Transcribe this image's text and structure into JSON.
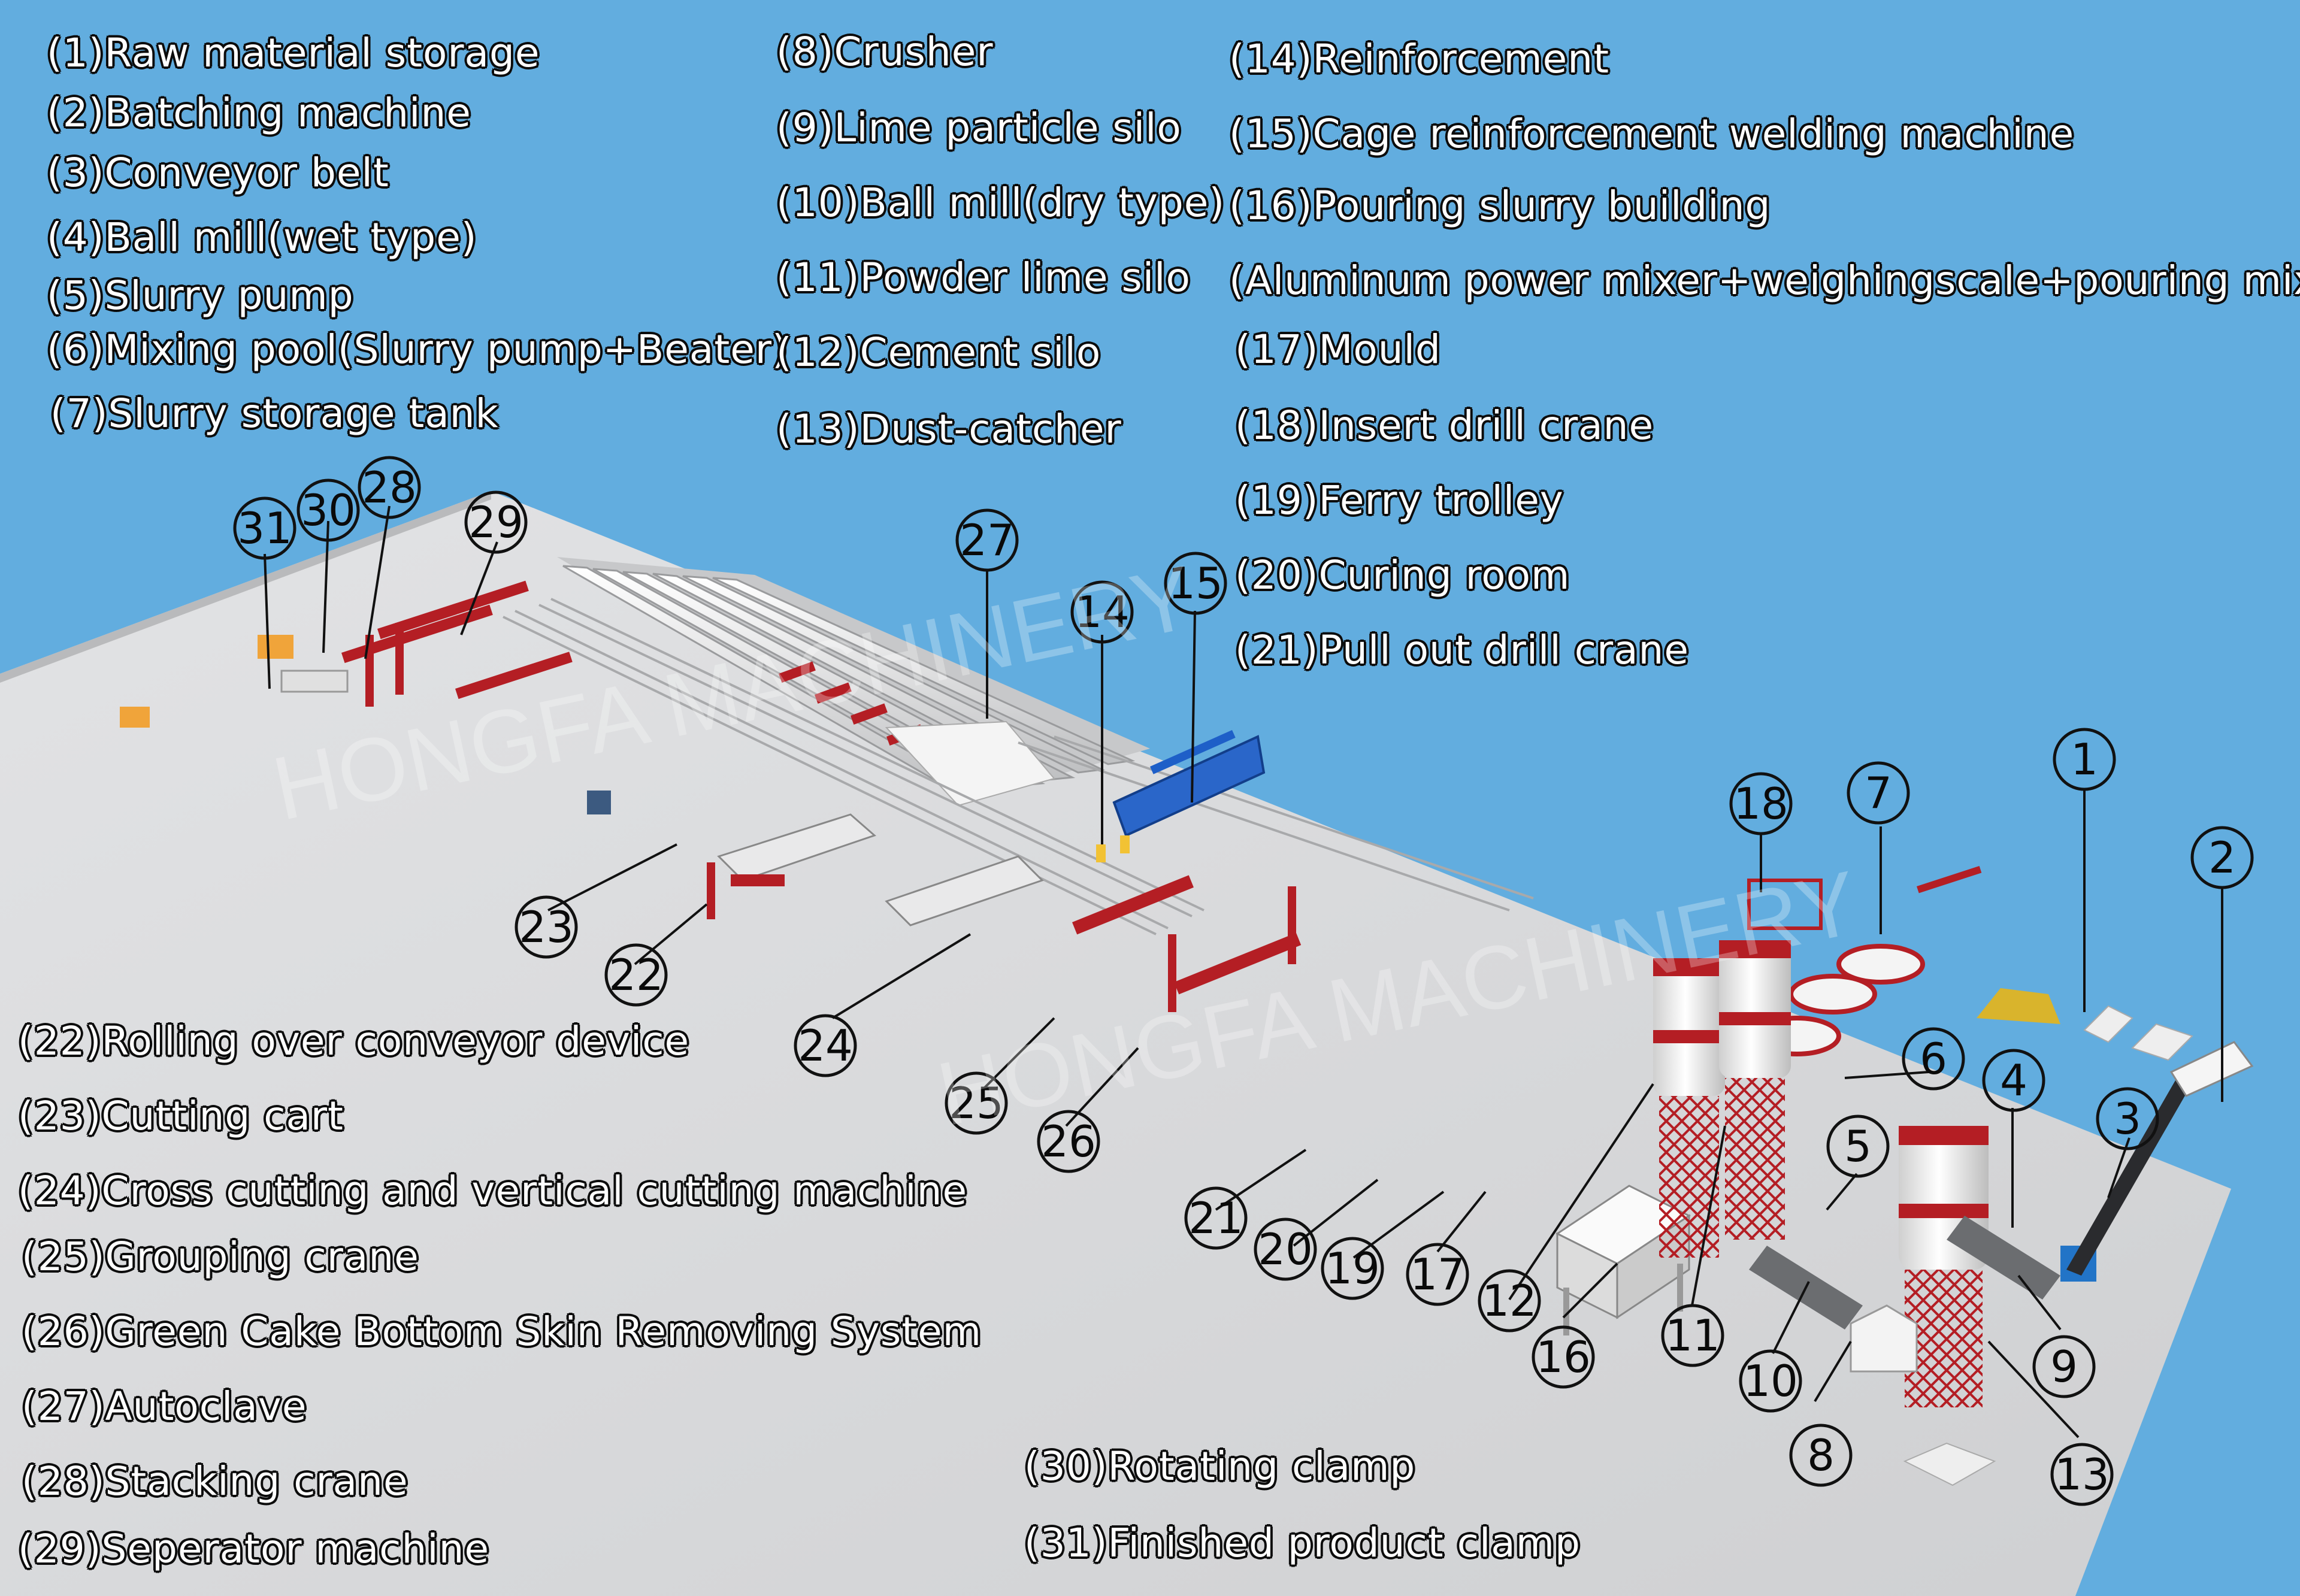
{
  "legend_top_left": [
    "(1)Raw material storage",
    "(2)Batching machine",
    "(3)Conveyor belt",
    "(4)Ball mill(wet type)",
    "(5)Slurry pump",
    "(6)Mixing pool(Slurry pump+Beater)",
    "(7)Slurry storage tank"
  ],
  "legend_top_middle": [
    "(8)Crusher",
    "(9)Lime particle silo",
    "(10)Ball mill(dry type)",
    "(11)Powder lime silo",
    "(12)Cement silo",
    "(13)Dust-catcher"
  ],
  "legend_top_right": [
    "(14)Reinforcement",
    "(15)Cage reinforcement welding machine",
    "(16)Pouring slurry building",
    "(Aluminum power mixer+weighingscale+pouring mixer)",
    "(17)Mould",
    "(18)Insert drill crane",
    "(19)Ferry trolley",
    "(20)Curing room",
    "(21)Pull out drill crane"
  ],
  "legend_bottom_left": [
    "(22)Rolling over conveyor device",
    "(23)Cutting cart",
    "(24)Cross cutting and vertical cutting machine",
    "(25)Grouping crane",
    "(26)Green Cake Bottom Skin Removing System",
    "(27)Autoclave",
    "(28)Stacking crane",
    "(29)Seperator machine"
  ],
  "legend_bottom_right": [
    "(30)Rotating clamp",
    "(31)Finished product clamp"
  ],
  "callouts": [
    "1",
    "2",
    "3",
    "4",
    "5",
    "6",
    "7",
    "8",
    "9",
    "10",
    "11",
    "12",
    "13",
    "14",
    "15",
    "16",
    "17",
    "18",
    "19",
    "20",
    "21",
    "22",
    "23",
    "24",
    "25",
    "26",
    "27",
    "28",
    "29",
    "30",
    "31"
  ],
  "watermark": "HONGFA MACHINERY",
  "colors": {
    "background": "#62ADDF",
    "floor": "#D7D8DA",
    "steel_red": "#B41E24",
    "silo_white": "#F2F2F2",
    "structure_blue": "#1E5FC8",
    "text_fill": "#FFFFFF",
    "text_outline": "#0C0C0C"
  }
}
